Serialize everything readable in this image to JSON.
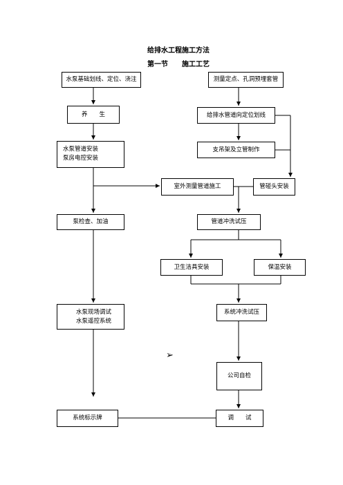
{
  "document": {
    "title": "给排水工程施工方法",
    "section_number": "第一节",
    "section_title": "施工工艺"
  },
  "flowchart": {
    "left_column": {
      "foundation": "水泵基础划线、定位、浇注",
      "curing": "养　　生",
      "pipe_install_line1": "水泵管道安装",
      "pipe_install_line2": "泵房电控安装",
      "pump_check": "泵检查、加油",
      "onsite_test_line1": "水泵现场调试",
      "onsite_test_line2": "水泵遥控系统",
      "signage": "系统标示牌"
    },
    "right_column": {
      "survey": "测量定点、孔洞预埋套管",
      "positioning": "给排水管道向定位划线",
      "bracket": "支吊架及立管制作",
      "outdoor_survey": "室外测量管道施工",
      "sleeve": "管碰头安装",
      "flush_test": "管道冲洗试压",
      "sanitary": "卫生洁具安装",
      "insulation": "保温安装",
      "system_flush": "系统冲洗试压",
      "self_check": "公司自检",
      "commissioning": "调　　试"
    },
    "pointer_glyph": "➢"
  }
}
